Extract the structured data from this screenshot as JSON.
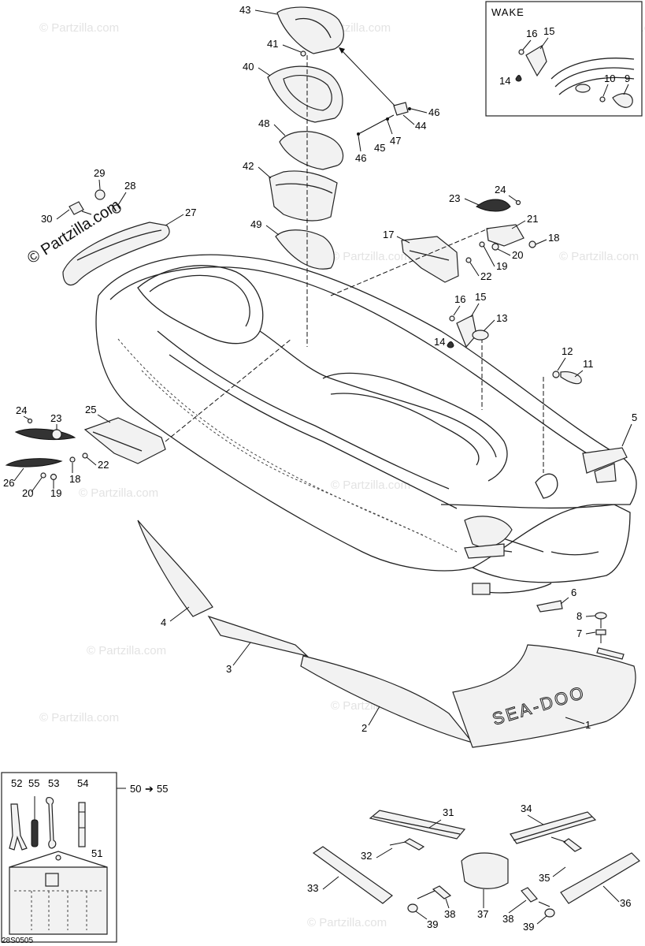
{
  "watermark": {
    "main": "© Partzilla.com",
    "faint": "© Partzilla.com"
  },
  "wake_box": {
    "title": "WAKE",
    "callouts": [
      "16",
      "15",
      "14",
      "10",
      "9"
    ]
  },
  "tool_kit": {
    "range_label": "50",
    "range_end": "55",
    "callouts": [
      "52",
      "55",
      "53",
      "54",
      "51"
    ]
  },
  "logo_text": "SEA-DOO",
  "reference_code": "28S0505",
  "callouts": {
    "c43": "43",
    "c41": "41",
    "c40": "40",
    "c48": "48",
    "c42": "42",
    "c49": "49",
    "c46a": "46",
    "c44": "44",
    "c47": "47",
    "c45": "45",
    "c46b": "46",
    "c29": "29",
    "c28": "28",
    "c30": "30",
    "c27": "27",
    "c23a": "23",
    "c24a": "24",
    "c21": "21",
    "c17": "17",
    "c18a": "18",
    "c20a": "20",
    "c19a": "19",
    "c22a": "22",
    "c16": "16",
    "c15": "15",
    "c13": "13",
    "c14": "14",
    "c12": "12",
    "c11": "11",
    "c24b": "24",
    "c23b": "23",
    "c25": "25",
    "c22b": "22",
    "c26": "26",
    "c18b": "18",
    "c20b": "20",
    "c19b": "19",
    "c5": "5",
    "c6": "6",
    "c8": "8",
    "c7": "7",
    "c4": "4",
    "c3": "3",
    "c2": "2",
    "c1": "1",
    "c31": "31",
    "c34": "34",
    "c32": "32",
    "c35": "35",
    "c33": "33",
    "c36": "36",
    "c37": "37",
    "c38a": "38",
    "c38b": "38",
    "c39a": "39",
    "c39b": "39"
  }
}
